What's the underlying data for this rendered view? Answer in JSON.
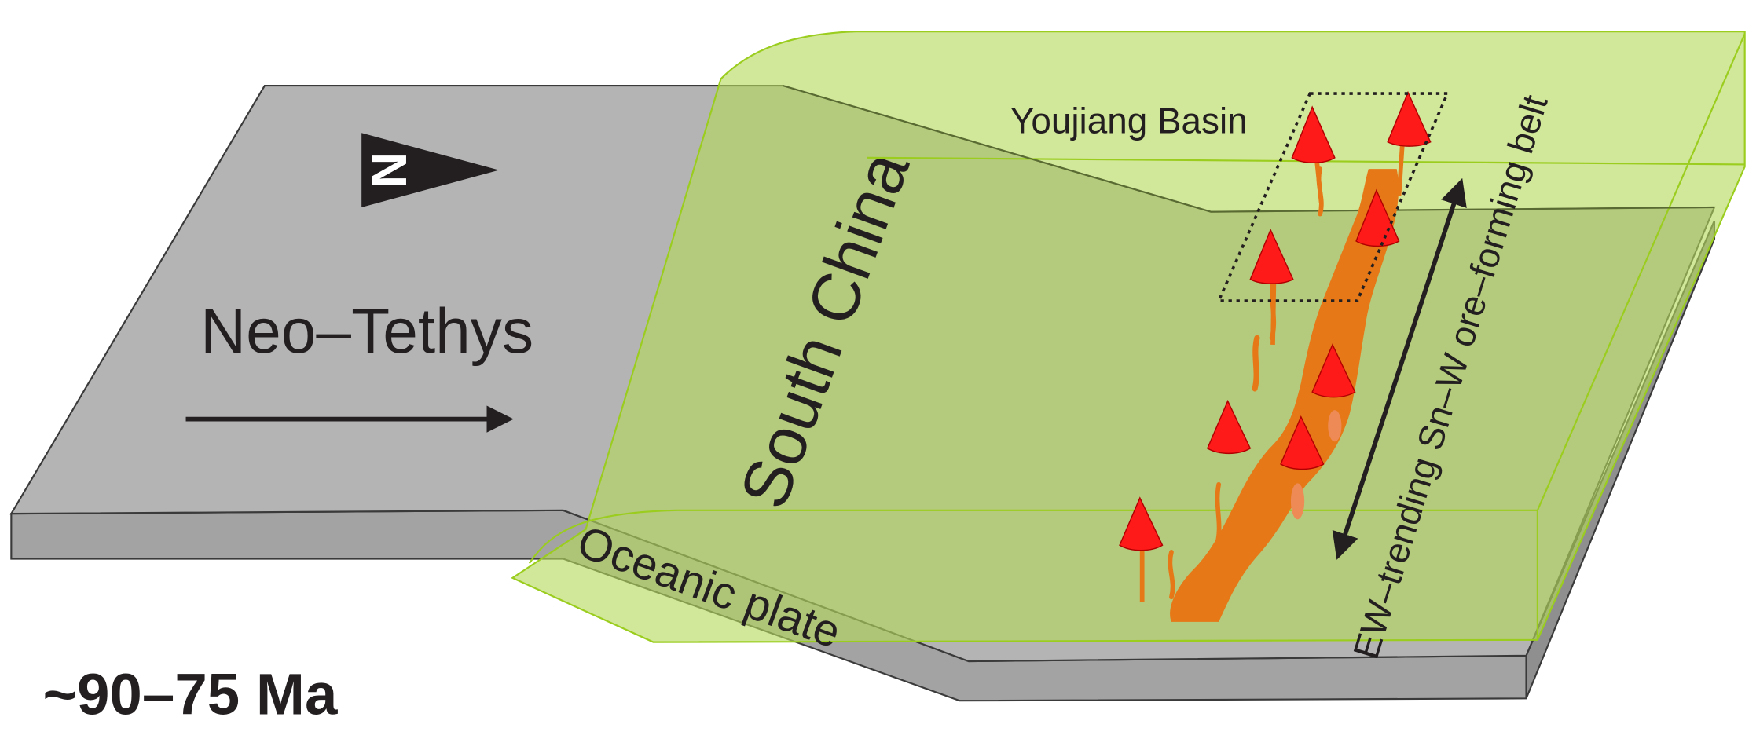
{
  "labels": {
    "neo_tethys": "Neo–Tethys",
    "south_china": "South China",
    "youjiang_basin": "Youjiang Basin",
    "oceanic_plate": "Oceanic plate",
    "ore_belt": "EW–trending Sn–W ore–forming belt",
    "age": "~90–75 Ma",
    "north": "N"
  },
  "colors": {
    "oceanic_plate_top": "#b4b4b4",
    "oceanic_plate_side": "#a3a3a3",
    "continent_fill": "#c3e07a",
    "continent_edge": "#9acd1e",
    "magma": "#e67817",
    "magma_light": "#ee8a55",
    "pluton": "#ff1a1a",
    "ink": "#231f20"
  },
  "icons": {
    "north_arrow": "north-arrow-icon",
    "pluton": "pluton-icon",
    "motion_arrow": "motion-arrow-icon",
    "double_arrow": "double-arrow-icon"
  }
}
